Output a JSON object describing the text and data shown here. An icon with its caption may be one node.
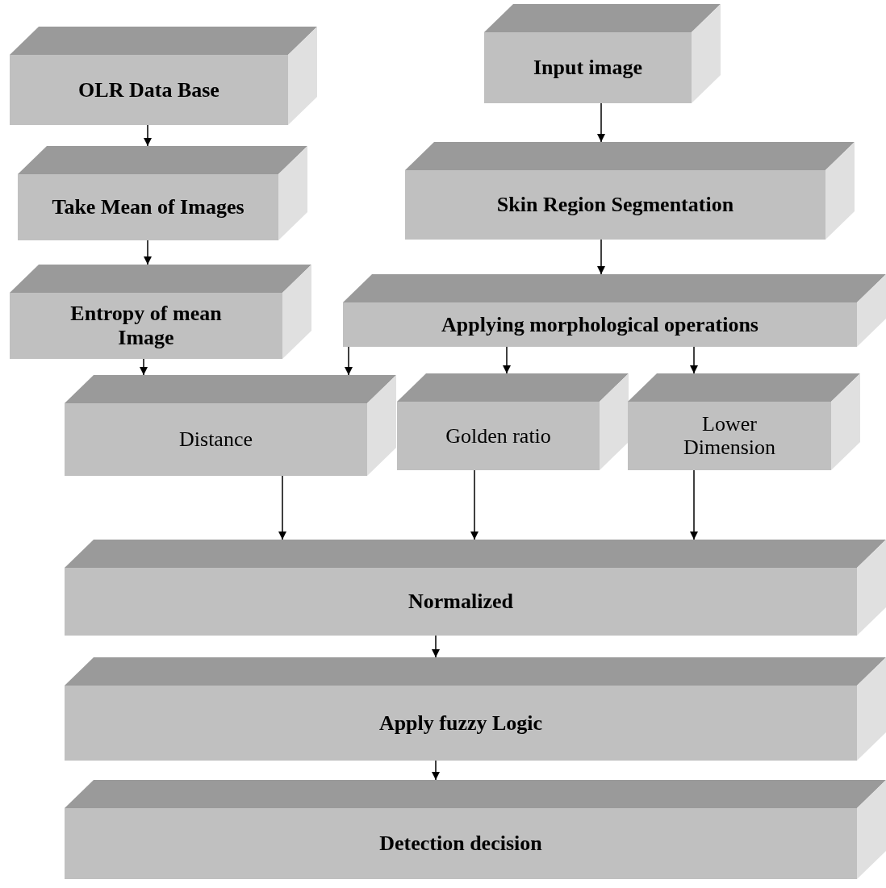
{
  "diagram": {
    "nodes": [
      {
        "text": [
          "OLR Data Base"
        ]
      },
      {
        "text": [
          "Take Mean of Images"
        ]
      },
      {
        "text": [
          "Entropy of mean Image"
        ]
      },
      {
        "text": [
          "Input image"
        ]
      },
      {
        "text": [
          "Skin Region Segmentation"
        ]
      },
      {
        "text": [
          "Applying morphological operations"
        ]
      },
      {
        "text": [
          "Distance"
        ]
      },
      {
        "text": [
          "Golden ratio"
        ]
      },
      {
        "text": [
          "Lower Dimension"
        ]
      },
      {
        "text": [
          "Normalized"
        ]
      },
      {
        "text": [
          "Apply fuzzy Logic"
        ]
      },
      {
        "text": [
          "Detection decision"
        ]
      }
    ],
    "edges": [
      {
        "from": 0,
        "to": 1,
        "arrow": "to"
      },
      {
        "from": 1,
        "to": 2,
        "arrow": "to"
      },
      {
        "from": 2,
        "to": 6,
        "arrow": "to"
      },
      {
        "from": 3,
        "to": 4,
        "arrow": "to"
      },
      {
        "from": 4,
        "to": 5,
        "arrow": "to"
      },
      {
        "from": 5,
        "to": 6,
        "arrow": "to"
      },
      {
        "from": 5,
        "to": 7,
        "arrow": "to"
      },
      {
        "from": 5,
        "to": 8,
        "arrow": "to"
      },
      {
        "from": 6,
        "to": 9,
        "arrow": "to"
      },
      {
        "from": 7,
        "to": 9,
        "arrow": "to"
      },
      {
        "from": 8,
        "to": 9,
        "arrow": "to"
      },
      {
        "from": 9,
        "to": 10,
        "arrow": "to"
      },
      {
        "from": 10,
        "to": 11,
        "arrow": "to"
      }
    ]
  }
}
